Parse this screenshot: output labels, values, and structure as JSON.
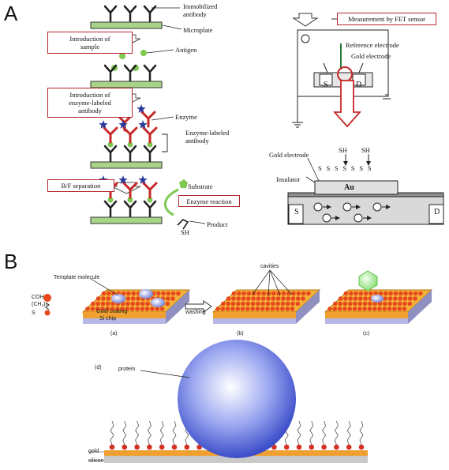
{
  "panels": {
    "a": "A",
    "b": "B"
  },
  "elisa": {
    "immobilized_antibody": "Immobilized\nantibody",
    "microplate": "Microplate",
    "step_sample": "Introduction of\nsample",
    "antigen": "Antigen",
    "step_enzyme_ab": "Introduction of\nenzyme-labeled\nantibody",
    "enzyme": "Enzyme",
    "enzyme_labeled_antibody": "Enzyme-labeled\nantibody",
    "step_bf": "B/F separation",
    "substrate": "Substrate",
    "enzyme_reaction": "Enzyme reaction",
    "sh": "SH",
    "product": "Product"
  },
  "fet": {
    "title": "Measurement by FET sensor",
    "reference_electrode": "Reference electrode",
    "gold_electrode_top": "Gold electrode",
    "s": "S",
    "d": "D",
    "sh": "SH",
    "gold_electrode": "Gold electrode",
    "sss": "S  S  S  S  S  S  S",
    "insulator": "Insulator",
    "au": "Au"
  },
  "mip": {
    "template_molecule": "Template molecule",
    "coh": "COH",
    "ch2": "(CH₂)ₙ",
    "s": "S",
    "gold_coating": "Gold coating",
    "si_chip": "Si chip",
    "washing": "washing",
    "cavities": "cavities",
    "sub_a": "(a)",
    "sub_b": "(b)",
    "sub_c": "(c)"
  },
  "protein_panel": {
    "sub_d": "(d)",
    "protein": "protein",
    "gold": "gold",
    "silicon": "silicon"
  },
  "colors": {
    "frame_red": "#b5262e",
    "plate_green": "#a8d48a",
    "antigen_green": "#7ec94f",
    "enzyme_blue": "#2a3a9a",
    "gold_layer": "#f0a030",
    "protein_blue": "#3a4cc8"
  }
}
